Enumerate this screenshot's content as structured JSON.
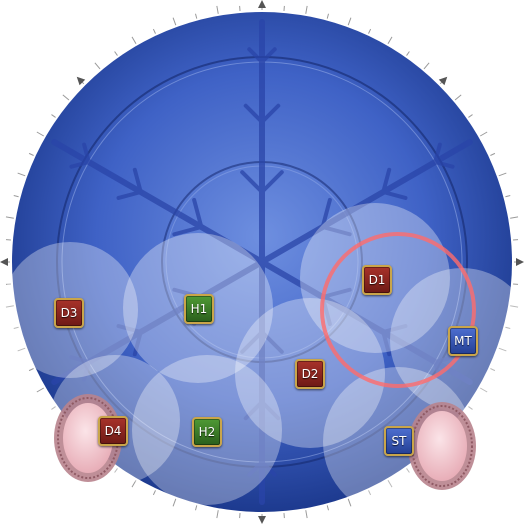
{
  "arena": {
    "colors": {
      "floor_light": "#6e8fe0",
      "floor_dark": "#1d3a8f",
      "aoe_fill": "#ffffff",
      "ring": "#ff6b6b",
      "pink_pad": "#f2c4cc",
      "pink_rim": "#b8838d"
    },
    "floor_icon": "snowflake-icon",
    "markers": [
      {
        "id": "D3",
        "role": "dps"
      },
      {
        "id": "H1",
        "role": "healer"
      },
      {
        "id": "D1",
        "role": "dps"
      },
      {
        "id": "MT",
        "role": "tank"
      },
      {
        "id": "D2",
        "role": "dps"
      },
      {
        "id": "D4",
        "role": "dps"
      },
      {
        "id": "H2",
        "role": "healer"
      },
      {
        "id": "ST",
        "role": "tank"
      }
    ]
  }
}
